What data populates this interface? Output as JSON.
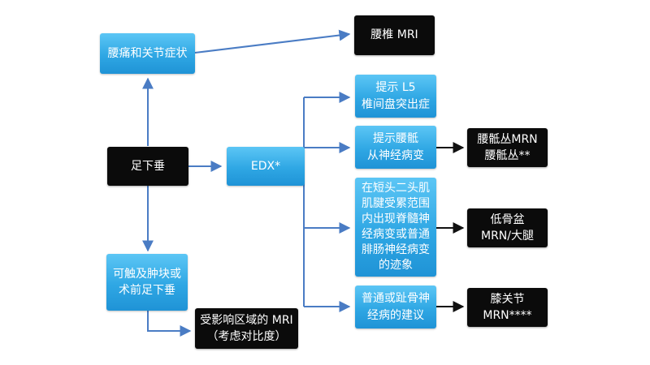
{
  "nodes": {
    "foot_drop": {
      "lines": [
        "足下垂"
      ]
    },
    "back_pain": {
      "lines": [
        "腰痛和关节症状"
      ]
    },
    "lumbar_mri": {
      "lines": [
        "腰椎 MRI"
      ]
    },
    "palpable_mass": {
      "lines": [
        "可触及肿块或",
        "术前足下垂"
      ]
    },
    "affected_mri": {
      "lines": [
        "受影响区域的 MRI",
        "（考虑对比度）"
      ]
    },
    "edx": {
      "lines": [
        "EDX*"
      ]
    },
    "l5": {
      "lines": [
        "提示 L5",
        "椎间盘突出症"
      ]
    },
    "lumbosacral": {
      "lines": [
        "提示腰骶",
        "从神经病变"
      ]
    },
    "lumbosacral_mrn": {
      "lines": [
        "腰骶丛MRN",
        "腰骶丛**"
      ]
    },
    "sciatic": {
      "lines": [
        "在短头二头肌",
        "肌腱受累范围",
        "内出现脊髓神",
        "经病变或普通",
        "腓肠神经病变",
        "的迹象"
      ]
    },
    "pelvis_mrn": {
      "lines": [
        "低骨盆",
        "MRN/大腿"
      ]
    },
    "peroneal": {
      "lines": [
        "普通或趾骨神",
        "经病的建议"
      ]
    },
    "knee_mrn": {
      "lines": [
        "膝关节",
        "MRN****"
      ]
    }
  },
  "colors": {
    "connector": "#4a7cc4",
    "blue_box": "#2fa7e4",
    "black_box": "#0b0b0b"
  }
}
